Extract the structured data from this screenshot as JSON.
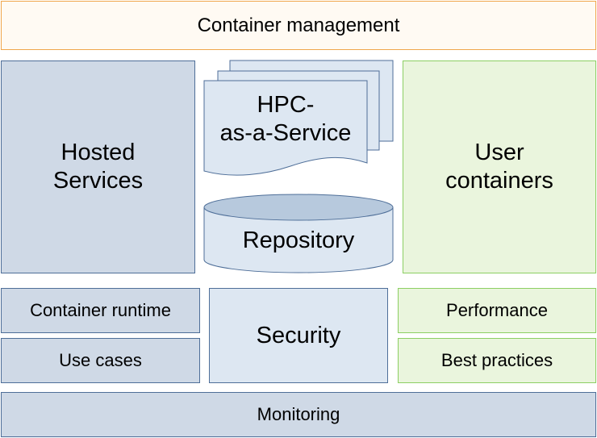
{
  "top": {
    "title": "Container management"
  },
  "left": {
    "hosted_services": "Hosted\nServices"
  },
  "center": {
    "hpc_line1": "HPC-",
    "hpc_line2": "as-a-Service",
    "repository": "Repository",
    "security": "Security"
  },
  "right": {
    "user_containers": "User\ncontainers"
  },
  "lower_left": {
    "runtime": "Container runtime",
    "use_cases": "Use cases"
  },
  "lower_right": {
    "performance": "Performance",
    "best_practices": "Best practices"
  },
  "bottom": {
    "monitoring": "Monitoring"
  },
  "colors": {
    "blue_fill": "#cfd9e6",
    "light_blue_fill": "#dde7f2",
    "blue_stroke": "#4e6e98",
    "green_fill": "#eaf5dd",
    "green_stroke": "#8ccf63",
    "orange_stroke": "#f0a64c"
  }
}
